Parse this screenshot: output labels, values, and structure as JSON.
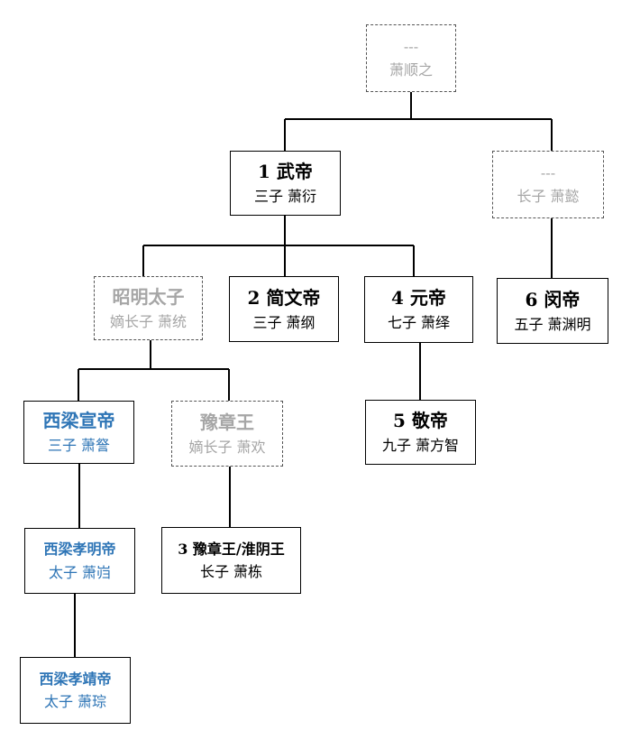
{
  "colors": {
    "line": "#000000",
    "dashed_text": "#a6a6a6",
    "blue_text": "#2e75b6"
  },
  "nodes": {
    "xiao_shunzhi": {
      "line1": "---",
      "line2": "萧顺之"
    },
    "wudi": {
      "line1": "1 武帝",
      "line2": "三子  萧衍"
    },
    "xiao_yi": {
      "line1": "---",
      "line2": "长子  萧懿"
    },
    "zhaoming": {
      "line1": "昭明太子",
      "line2": "嫡长子  萧统"
    },
    "jianwendi": {
      "line1": "2 简文帝",
      "line2": "三子  萧纲"
    },
    "yuandi": {
      "line1": "4 元帝",
      "line2": "七子  萧绎"
    },
    "mindi": {
      "line1": "6 闵帝",
      "line2": "五子  萧渊明"
    },
    "xuandi": {
      "line1": "西梁宣帝",
      "line2": "三子  萧詧"
    },
    "yuzhang": {
      "line1": "豫章王",
      "line2": "嫡长子  萧欢"
    },
    "jingdi": {
      "line1": "5 敬帝",
      "line2": "九子  萧方智"
    },
    "xiaomingdi": {
      "line1": "西梁孝明帝",
      "line2": "太子  萧岿"
    },
    "yuzhang_huaiyin": {
      "line1": "3  豫章王/淮阴王",
      "line2": "长子  萧栋"
    },
    "xiaojingdi": {
      "line1": "西梁孝靖帝",
      "line2": "太子  萧琮"
    }
  }
}
